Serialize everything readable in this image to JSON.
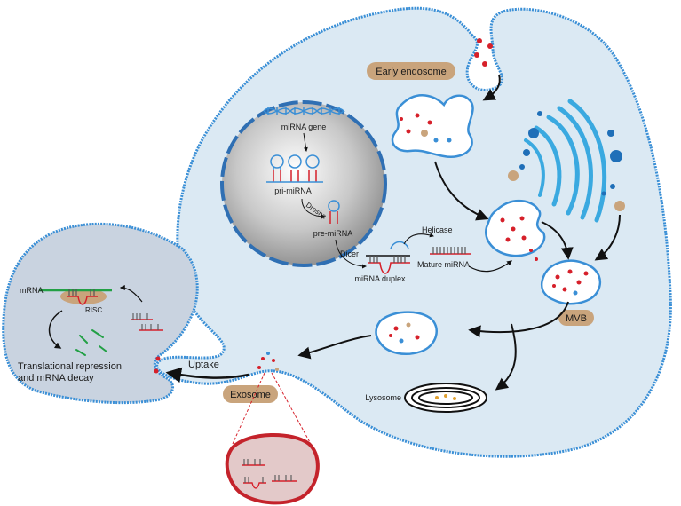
{
  "labels": {
    "mirna_gene": "miRNA gene",
    "pri_mirna": "pri-miRNA",
    "drosha": "Drosha",
    "pre_mirna": "pre-miRNA",
    "dicer": "Dicer",
    "helicase": "Helicase",
    "mirna_duplex": "miRNA duplex",
    "mature_mirna": "Mature miRNA",
    "early_endosome": "Early endosome",
    "mvb": "MVB",
    "lysosome": "Lysosome",
    "exosome": "Exosome",
    "uptake": "Uptake",
    "mrna": "mRNA",
    "risc": "RISC",
    "translational_line1": "Translational repression",
    "translational_line2": "and mRNA decay"
  },
  "colors": {
    "membrane": "#3a8fd6",
    "cytoplasm": "#dbe9f3",
    "recipient": "#c9d3e0",
    "badge": "#c9a47c",
    "mirna_red": "#d6202a",
    "golgi": "#3aa9e0",
    "arrow": "#111111"
  }
}
